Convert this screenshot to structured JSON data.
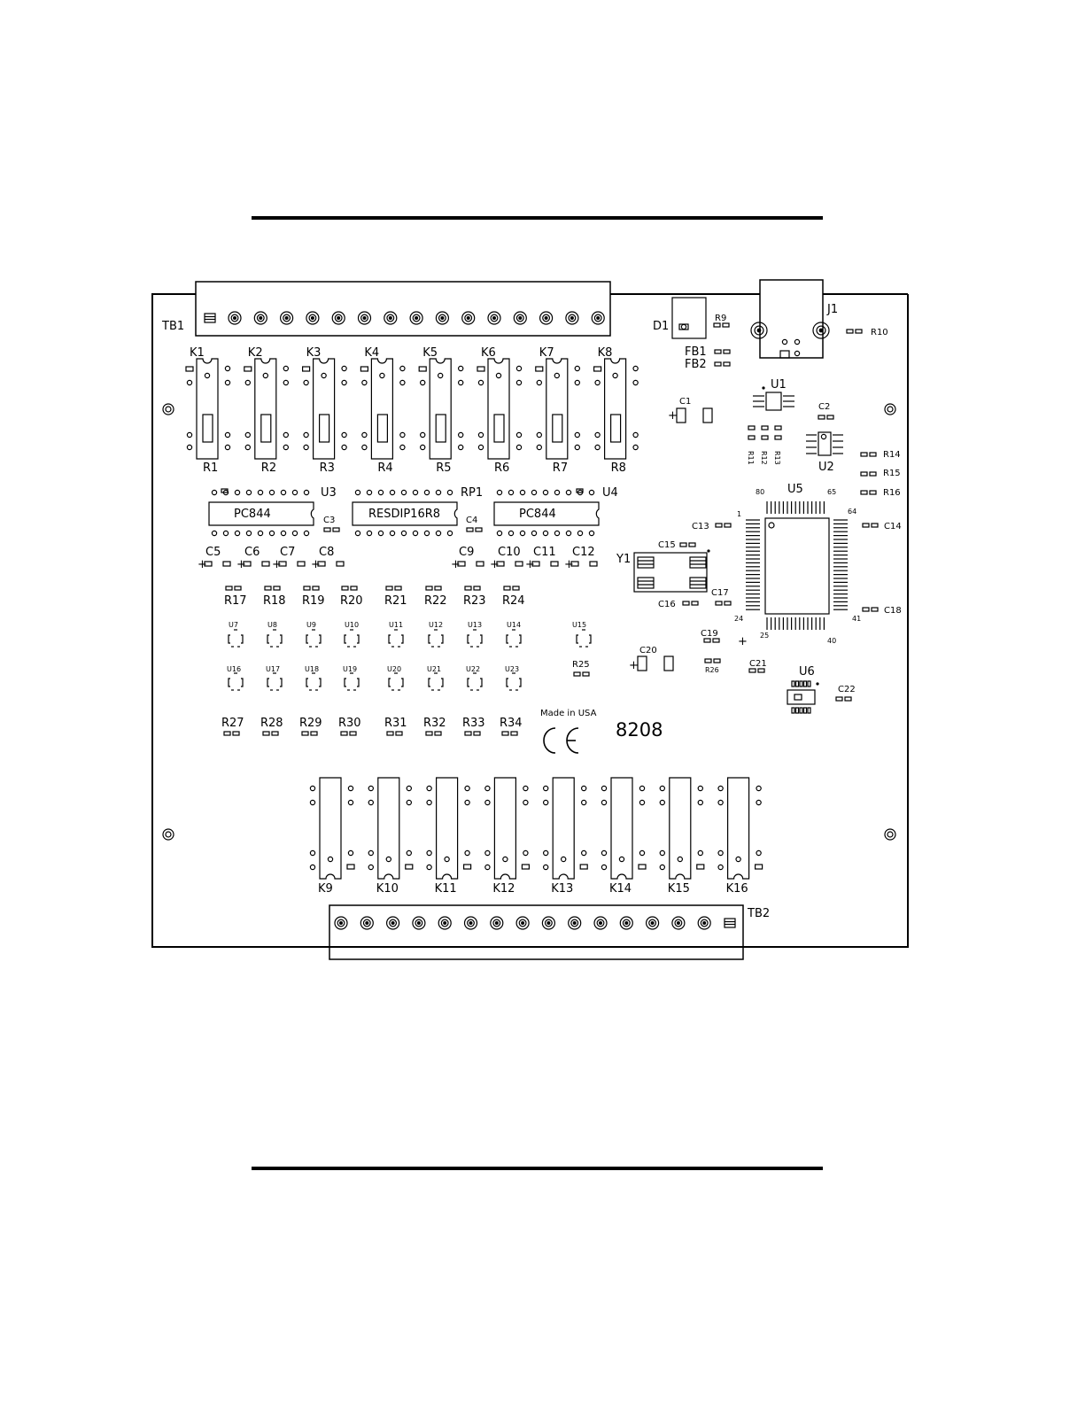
{
  "title_rule_present": true,
  "board": {
    "terminal_blocks": [
      "TB1",
      "TB2"
    ],
    "relays_top": [
      {
        "k": "K1",
        "r": "R1"
      },
      {
        "k": "K2",
        "r": "R2"
      },
      {
        "k": "K3",
        "r": "R3"
      },
      {
        "k": "K4",
        "r": "R4"
      },
      {
        "k": "K5",
        "r": "R5"
      },
      {
        "k": "K6",
        "r": "R6"
      },
      {
        "k": "K7",
        "r": "R7"
      },
      {
        "k": "K8",
        "r": "R8"
      }
    ],
    "relays_bottom": [
      "K9",
      "K10",
      "K11",
      "K12",
      "K13",
      "K14",
      "K15",
      "K16"
    ],
    "dips": [
      {
        "ref": "U3",
        "part": "PC844"
      },
      {
        "ref": "RP1",
        "part": "RESDIP16R8"
      },
      {
        "ref": "U4",
        "part": "PC844"
      }
    ],
    "caps_row": [
      "C5",
      "C6",
      "C7",
      "C8",
      "C9",
      "C10",
      "C11",
      "C12"
    ],
    "caps_between_dips": [
      "C3",
      "C4"
    ],
    "resistor_row1": [
      "R17",
      "R18",
      "R19",
      "R20",
      "R21",
      "R22",
      "R23",
      "R24"
    ],
    "u_row1": [
      "U7",
      "U8",
      "U9",
      "U10",
      "U11",
      "U12",
      "U13",
      "U14"
    ],
    "u_row2": [
      "U16",
      "U17",
      "U18",
      "U19",
      "U20",
      "U21",
      "U22",
      "U23"
    ],
    "resistor_row2": [
      "R27",
      "R28",
      "R29",
      "R30",
      "R31",
      "R32",
      "R33",
      "R34"
    ],
    "misc": {
      "u15": "U15",
      "r25": "R25",
      "d1": "D1",
      "r9": "R9",
      "j1": "J1",
      "r10": "R10",
      "fb1": "FB1",
      "fb2": "FB2",
      "c1": "C1",
      "u1": "U1",
      "c2": "C2",
      "u2": "U2",
      "r11": "R11",
      "r12": "R12",
      "r13": "R13",
      "r14": "R14",
      "r15": "R15",
      "r16": "R16",
      "u5": "U5",
      "c13": "C13",
      "c14": "C14",
      "c15": "C15",
      "c16": "C16",
      "c17": "C17",
      "c18": "C18",
      "c19": "C19",
      "c20": "C20",
      "c21": "C21",
      "r26": "R26",
      "u6": "U6",
      "c22": "C22",
      "y1": "Y1"
    },
    "u5_pins": {
      "p1": "1",
      "p80": "80",
      "p65": "65",
      "p64": "64",
      "p41": "41",
      "p40": "40",
      "p25": "25",
      "p24": "24"
    },
    "made_in": "Made in USA",
    "part_number": "8208",
    "ce_mark": "CE"
  }
}
